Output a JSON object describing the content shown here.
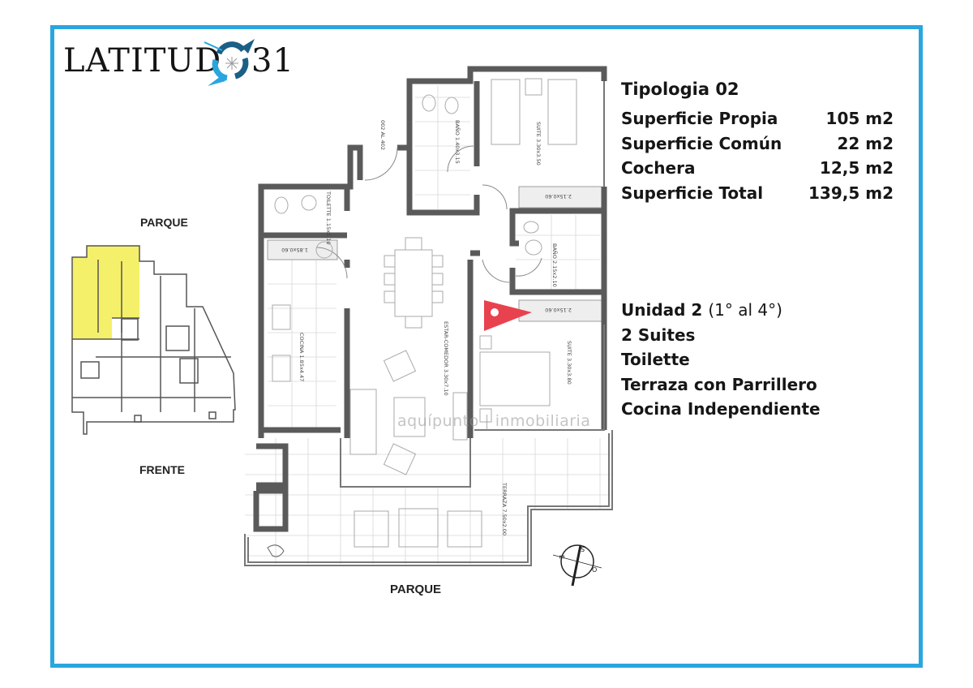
{
  "logo": {
    "brand": "LATITUD",
    "number": "31"
  },
  "specs": {
    "title": "Tipologia 02",
    "rows": [
      {
        "label": "Superficie Propia",
        "value": "105 m2"
      },
      {
        "label": "Superficie Común",
        "value": "22 m2"
      },
      {
        "label": "Cochera",
        "value": "12,5 m2"
      },
      {
        "label": "Superficie Total",
        "value": "139,5 m2"
      }
    ]
  },
  "features": {
    "unit": "Unidad 2",
    "floors": "(1° al 4°)",
    "items": [
      "2 Suites",
      "Toilette",
      "Terraza con Parrillero",
      "Cocina Independiente"
    ]
  },
  "site_plan": {
    "top_label": "PARQUE",
    "bottom_label": "FRENTE",
    "highlight_color": "#f5f06a"
  },
  "floor_plan": {
    "bottom_label": "PARQUE",
    "rooms": {
      "bath1": "BAÑO 1.40x3.15",
      "suite1": "SUITE 3.30x3.50",
      "toilette": "TOILETTE 1.15x1.10",
      "closet1": "2.15x0.60",
      "closet2": "1.85x0.60",
      "closet3": "2.15x0.60",
      "bath2": "BAÑO 2.15x2.10",
      "kitchen": "COCINA 1.85x4.47",
      "living": "ESTAR-COMEDOR 3.30x7.10",
      "suite2": "SUITE 3.30x3.80",
      "terrace": "TERRAZA 7.50x2.00",
      "unit_range": "002 AL 402"
    },
    "compass": {
      "n": "S",
      "e": "O",
      "w": "E"
    },
    "marker_color": "#e8424f"
  },
  "watermark": "aquípunto | inmobiliaria",
  "colors": {
    "frame": "#2aa6df",
    "walls": "#5a5a5a"
  }
}
